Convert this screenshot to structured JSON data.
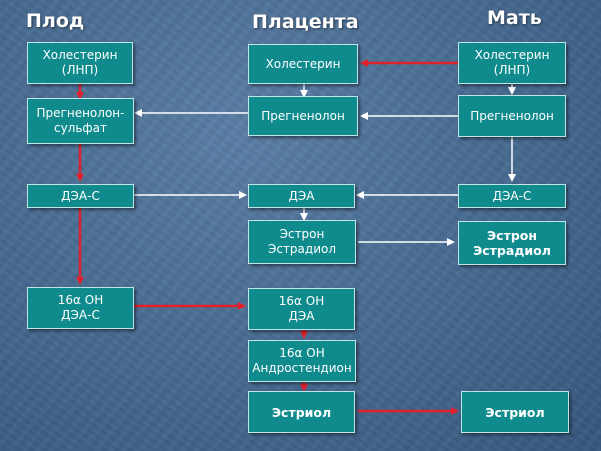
{
  "colors": {
    "box_fill": "#0f8b8d",
    "box_border": "#bfe6e6",
    "red_arrow": "#e0202a",
    "white_arrow": "#ffffff",
    "text": "#ffffff"
  },
  "columns": {
    "fetus": "Плод",
    "placenta": "Плацента",
    "mother": "Мать"
  },
  "nodes": {
    "fetus_cholesterol": "Холестерин\n(ЛНП)",
    "fetus_pregnenolone_sulfate": "Прегненолон-\nсульфат",
    "fetus_dhea_s": "ДЭА-С",
    "fetus_16oh_dhea_s": "16α ОН\nДЭА-С",
    "placenta_cholesterol": "Холестерин",
    "placenta_pregnenolone": "Прегненолон",
    "placenta_dhea": "ДЭА",
    "placenta_estrone_estradiol": "Эстрон\nЭстрадиол",
    "placenta_16oh_dhea": "16α ОН\nДЭА",
    "placenta_16oh_androstenedione": "16α ОН\nАндростендион",
    "placenta_estriol": "Эстриол",
    "mother_cholesterol": "Холестерин\n(ЛНП)",
    "mother_pregnenolone": "Прегненолон",
    "mother_dhea_s": "ДЭА-С",
    "mother_estrone_estradiol": "Эстрон\nЭстрадиол",
    "mother_estriol": "Эстриол"
  }
}
